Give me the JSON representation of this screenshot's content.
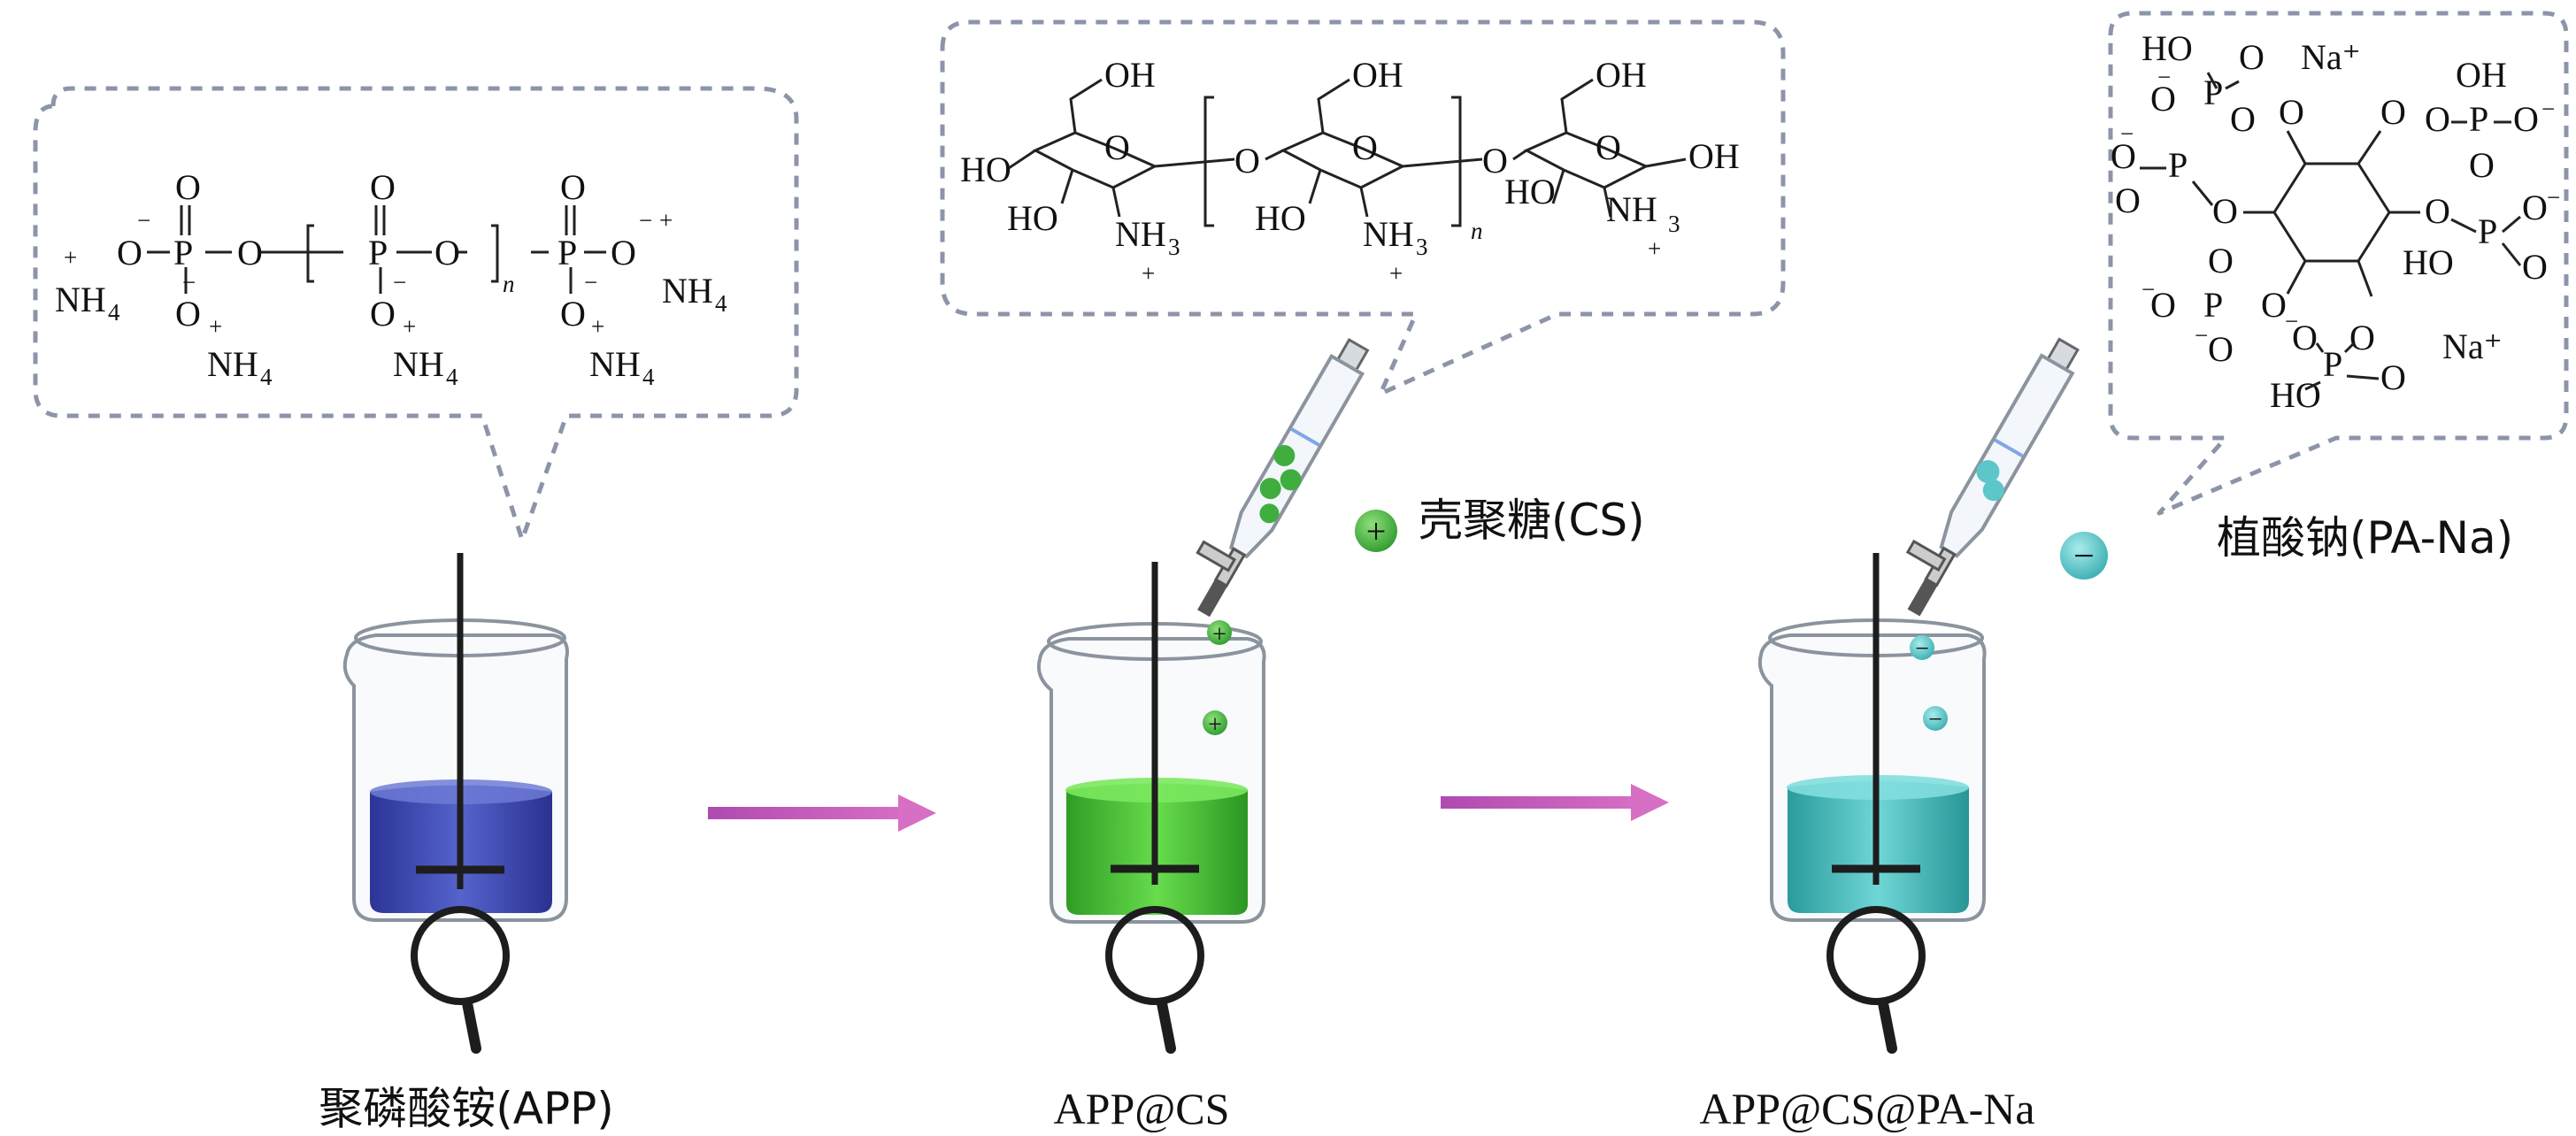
{
  "labels": {
    "app": "聚磷酸铵(APP)",
    "app_cs": "APP@CS",
    "app_cs_pa": "APP@CS@PA-Na",
    "cs_reagent": "壳聚糖(CS)",
    "pa_reagent": "植酸钠(PA-Na)"
  },
  "app_structure": {
    "o": "O",
    "p": "P",
    "minus": "−",
    "plus": "+",
    "n": "n",
    "nh": "NH",
    "four": "4"
  },
  "cs_structure": {
    "oh": "OH",
    "ho": "HO",
    "o": "O",
    "nh": "NH",
    "three": "3",
    "plus": "+",
    "n": "n"
  },
  "pa_structure": {
    "ho": "HO",
    "oh": "OH",
    "o": "O",
    "p": "P",
    "minus": "−",
    "na": "Na⁺"
  },
  "ion_signs": {
    "positive": "+",
    "negative": "−"
  },
  "colors": {
    "app_solution": "#3f4fb8",
    "cs_solution": "#4fcc3a",
    "pa_solution": "#45c2c2",
    "cs_particle": "#3fae3f",
    "pa_particle": "#5cc6c9",
    "arrow": "#c458b8",
    "bubble_border": "#8c95a8"
  }
}
